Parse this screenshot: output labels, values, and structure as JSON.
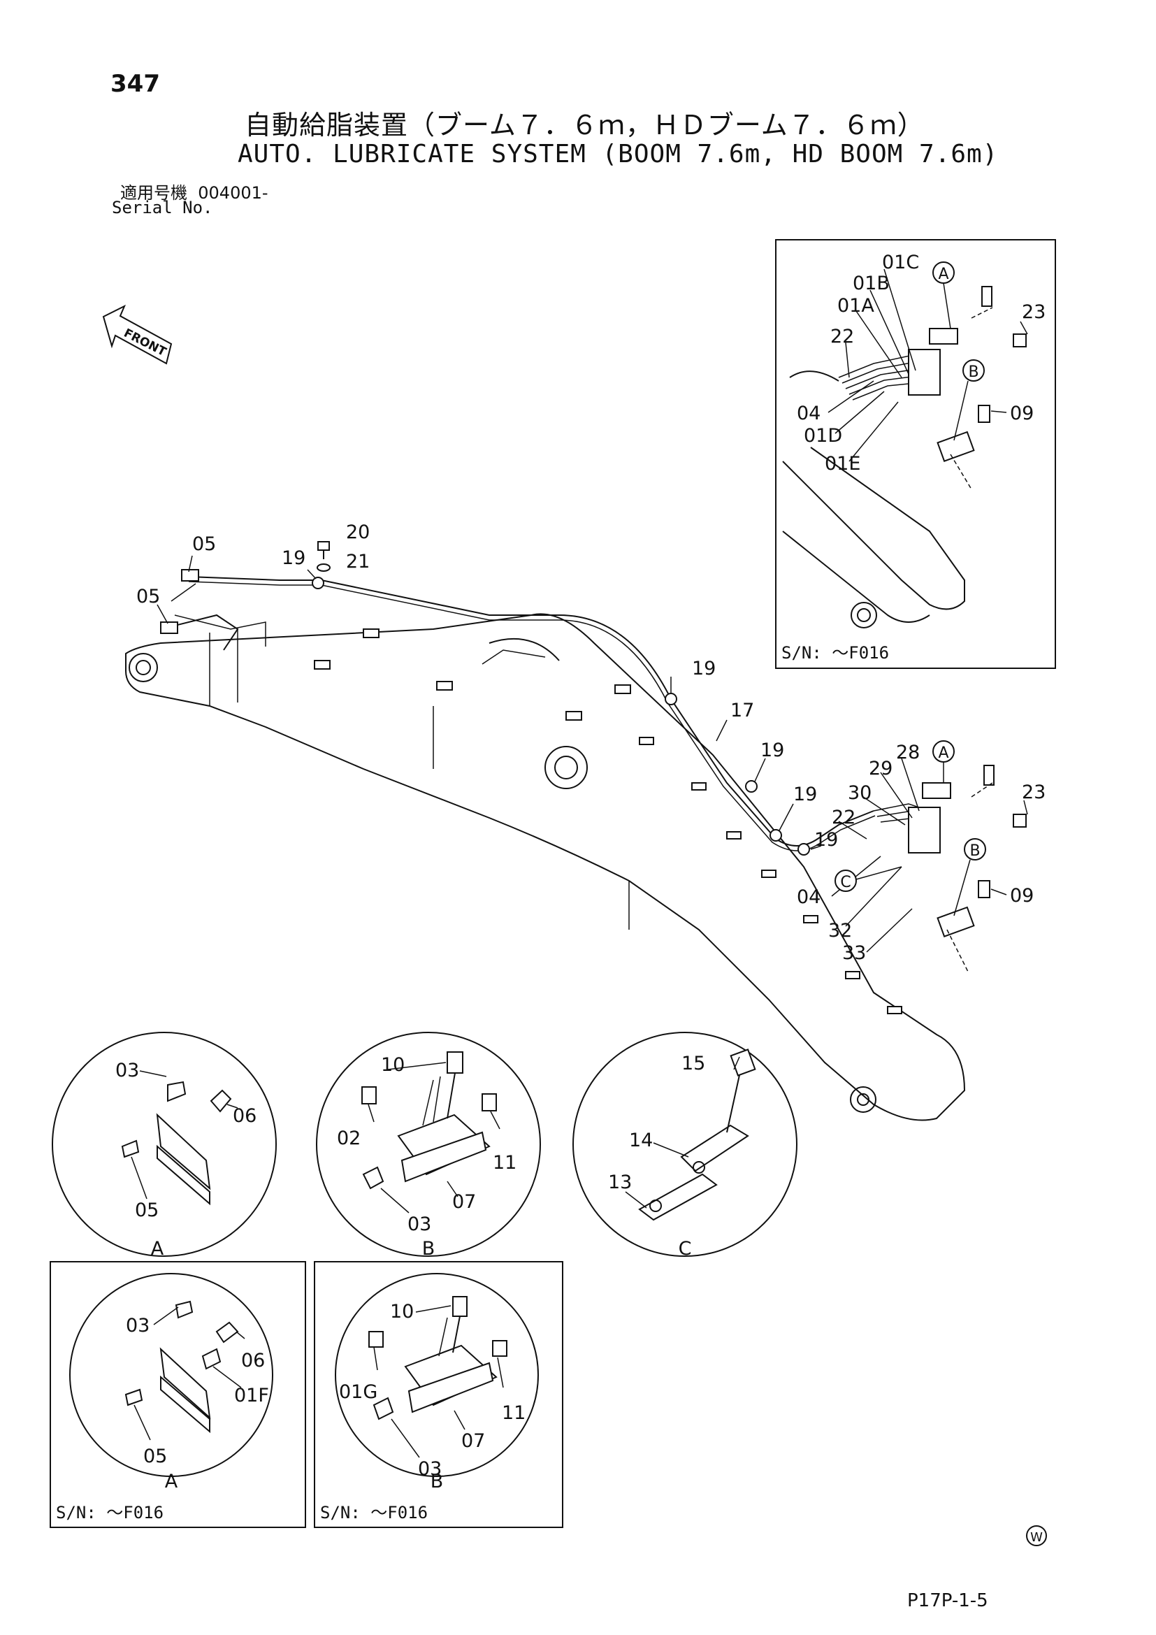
{
  "header": {
    "page_number": "347",
    "title_jp": "自動給脂装置（ブーム７．６ｍ，ＨＤブーム７．６ｍ）",
    "title_en": "AUTO. LUBRICATE SYSTEM (BOOM 7.6m, HD BOOM 7.6m)",
    "serial_label_jp": "適用号機",
    "serial_value": "004001-",
    "serial_label_en": "Serial No."
  },
  "front_arrow_label": "FRONT",
  "inset_top": {
    "serial_note": "S/N: ～F016",
    "callouts": [
      "01C",
      "01B",
      "01A",
      "22",
      "23",
      "04",
      "01D",
      "01E",
      "09"
    ],
    "view_markers": [
      "A",
      "B"
    ]
  },
  "main_callouts": [
    "05",
    "05",
    "20",
    "19",
    "21",
    "19",
    "17",
    "19",
    "19",
    "28",
    "29",
    "30",
    "22",
    "19",
    "04",
    "32",
    "33",
    "23",
    "09"
  ],
  "main_view_markers": [
    "A",
    "B",
    "C"
  ],
  "detail_views": [
    {
      "label": "A",
      "callouts": [
        "03",
        "06",
        "05"
      ]
    },
    {
      "label": "B",
      "callouts": [
        "10",
        "02",
        "11",
        "03",
        "07"
      ]
    },
    {
      "label": "C",
      "callouts": [
        "15",
        "14",
        "13"
      ]
    }
  ],
  "old_detail_views": [
    {
      "label": "A",
      "callouts": [
        "03",
        "06",
        "01F",
        "05"
      ],
      "serial_note": "S/N: ～F016"
    },
    {
      "label": "B",
      "callouts": [
        "10",
        "01G",
        "11",
        "07",
        "03"
      ],
      "serial_note": "S/N: ～F016"
    }
  ],
  "footer": {
    "w_mark": "W",
    "code": "P17P-1-5"
  }
}
